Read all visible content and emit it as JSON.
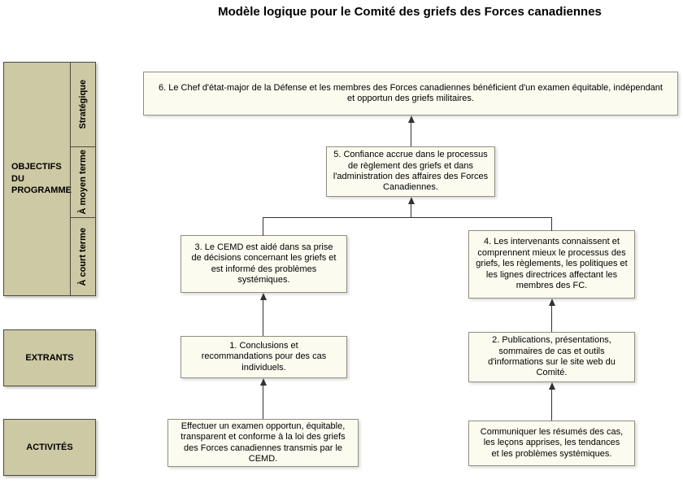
{
  "title": "Modèle logique pour le Comité des griefs des Forces canadiennes",
  "left_column": {
    "objectifs": {
      "label": "OBJECTIFS\nDU\nPROGRAMME",
      "terms": [
        {
          "label": "Stratégique"
        },
        {
          "label": "À moyen terme"
        },
        {
          "label": "À court terme"
        }
      ]
    },
    "extrants": {
      "label": "EXTRANTS"
    },
    "activites": {
      "label": "ACTIVITÉS"
    }
  },
  "boxes": {
    "b6": "6. Le Chef d'état-major de la Défense et les membres des Forces canadiennes bénéficient d'un examen équitable, indépendant et opportun des griefs militaires.",
    "b5": "5. Confiance accrue dans le processus de règlement des griefs et dans l'administration des affaires des Forces Canadiennes.",
    "b3": "3. Le CEMD est aidé dans sa prise de décisions concernant les griefs et est informé des problèmes systémiques.",
    "b4": "4. Les intervenants connaissent et comprennent mieux le processus des griefs, les règlements, les politiques et les lignes directrices affectant les membres des FC.",
    "b1": "1. Conclusions et recommandations pour des cas individuels.",
    "b2": "2. Publications, présentations, sommaires de cas et outils d'informations sur le site web du Comité.",
    "a1": "Effectuer un examen opportun, équitable, transparent et conforme à la loi des griefs des Forces canadiennes transmis par le CEMD.",
    "a2": "Communiquer les résumés des cas, les leçons apprises, les tendances et les problèmes systémiques."
  },
  "colors": {
    "category_fill": "#CDC9A5",
    "flow_fill": "#FBFBF0",
    "line": "#333333"
  }
}
